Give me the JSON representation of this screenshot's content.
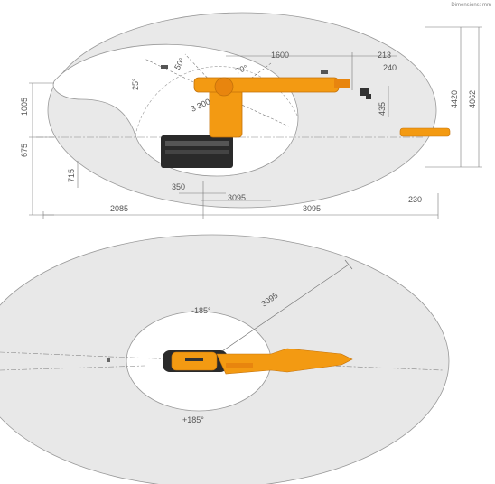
{
  "caption": "Dimensions: mm",
  "side_view": {
    "top_dims": [
      "1600",
      "213",
      "240"
    ],
    "angle_labels": [
      "50°",
      "25°",
      "70°"
    ],
    "radius_labels": [
      "3 300"
    ],
    "left_dims": [
      "1005",
      "675",
      "715"
    ],
    "right_dims": [
      "435",
      "4420",
      "4062"
    ],
    "base_dims": [
      "350",
      "3095"
    ],
    "bottom_dims": [
      "2085",
      "3095",
      "230"
    ]
  },
  "top_view": {
    "radius_label": "3095",
    "angle_top": "-185°",
    "angle_bottom": "+185°"
  },
  "colors": {
    "robot": "#f39a12",
    "robot_dark": "#c4720a",
    "base": "#2a2a2a",
    "envelope": "#e8e8e8",
    "line": "#777777"
  }
}
